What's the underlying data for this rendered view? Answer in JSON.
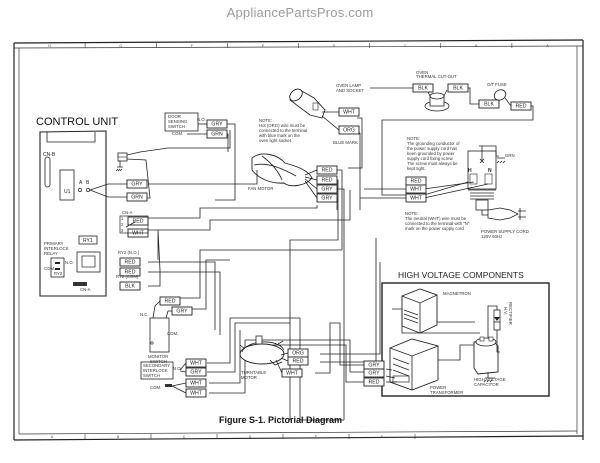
{
  "watermark": "AppliancePartsPros.com",
  "figure_caption": "Figure S-1. Pictorial Diagram",
  "border_grid": {
    "top_labels": [
      "H",
      "G",
      "F",
      "E",
      "D",
      "C",
      "B",
      "A"
    ],
    "bottom_labels": [
      "A",
      "B",
      "C",
      "D",
      "E",
      "F"
    ]
  },
  "control_unit": {
    "title": "CONTROL UNIT",
    "cn_b": "CN-B",
    "ic": "U1",
    "terminal_a": "A",
    "terminal_b": "B",
    "ry1": "RY1",
    "primary_relay_label": [
      "PRIMARY",
      "INTERLOCK",
      "RELAY"
    ],
    "no": "N.O.",
    "com": "COM.",
    "ry2": "RY2",
    "cn_a": "CN-A",
    "cn_a_connector": "CN-A",
    "cn_a_pins": [
      {
        "pin": "1",
        "wire": "RED"
      },
      {
        "pin": "2",
        "wire": ""
      },
      {
        "pin": "3",
        "wire": "WHT"
      }
    ],
    "ry2_no_label": "RY2 (N.O.)",
    "ry2_no_wires": [
      "RED",
      "RED"
    ],
    "ry2_com_label": "RY2 (COM)",
    "ry2_com_wire": "BLK",
    "ab_wires": [
      "GRY",
      "GRN"
    ]
  },
  "door_sensing_switch": {
    "label": [
      "DOOR",
      "SENSING",
      "SWITCH"
    ],
    "no": "N.O.",
    "com": "COM.",
    "wires": [
      "GRY",
      "GRN"
    ]
  },
  "oven_lamp": {
    "label": [
      "OVEN LAMP",
      "AND SOCKET"
    ],
    "wires": [
      "WHT",
      "ORG"
    ],
    "blue_mark": "BLUE MARK",
    "note_title": "NOTE:",
    "note_lines": [
      "Hot (ORG) wire must be",
      "connected to the terminal",
      "with blue mark on the",
      "oven light socket."
    ]
  },
  "fan_motor": {
    "label": "FAN MOTOR",
    "wires": [
      "RED",
      "RED",
      "GRY",
      "GRY"
    ]
  },
  "thermal_cutout": {
    "label": [
      "OVEN",
      "THERMAL CUT-OUT"
    ],
    "wires": [
      "BLK",
      "BLK"
    ]
  },
  "ot_fuse": {
    "label": "O/T FUSE",
    "wires": [
      "BLK",
      "RED"
    ]
  },
  "power_supply": {
    "note1_title": "NOTE:",
    "note1_lines": [
      "The grounding conductor of",
      "the power supply cord has",
      "been grounded by power",
      "supply cord fixing screw.",
      "The screw must always be",
      "kept tight."
    ],
    "ground_label": "GRN",
    "h_label": "H",
    "n_label": "N",
    "wires": [
      "RED",
      "WHT",
      "WHT"
    ],
    "note2_title": "NOTE:",
    "note2_lines": [
      "The neutral (WHT) wire must be",
      "connected to the terminal with \"N\"",
      "mark on the power  supply cord"
    ],
    "cord_label": "POWER SUPPLY CORD",
    "cord_rating": "120V 60Hz"
  },
  "monitor_switch": {
    "label": [
      "MONITOR",
      "SWITCH"
    ],
    "nc": "N.C.",
    "com": "COM.",
    "wires": [
      "RED",
      "GRY"
    ]
  },
  "secondary_interlock": {
    "label": [
      "SECONDARY",
      "INTERLOCK",
      "SWITCH"
    ],
    "no": "N.O.",
    "com": "COM.",
    "wires": [
      "WHT",
      "GRY",
      "WHT",
      "WHT"
    ]
  },
  "turntable_motor": {
    "label": [
      "TURNTABLE",
      "MOTOR"
    ],
    "wires": [
      "ORG",
      "RED",
      "WHT"
    ]
  },
  "high_voltage": {
    "title": "HIGH VOLTAGE COMPONENTS",
    "magnetron": "MAGNETRON",
    "rectifier": [
      "H.V.",
      "RECTIFIER"
    ],
    "capacitor": [
      "HIGH VOLTAGE",
      "CAPACITOR"
    ],
    "transformer": [
      "POWER",
      "TRANSFORMER"
    ],
    "transformer_wires": [
      "GRY",
      "GRY",
      "RED"
    ]
  }
}
